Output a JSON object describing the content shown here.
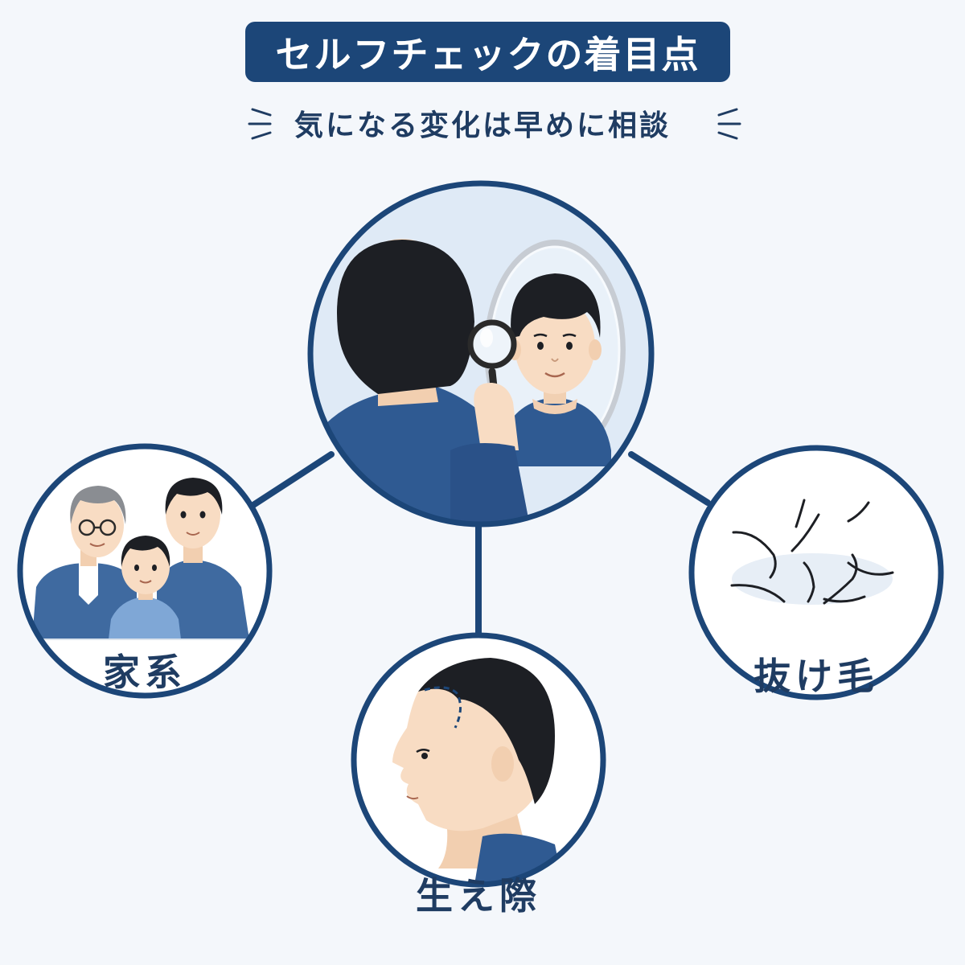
{
  "title": "セルフチェックの着目点",
  "subtitle": "気になる変化は早めに相談",
  "nodes": {
    "center": {
      "label": ""
    },
    "family": {
      "label": "家系"
    },
    "hairline": {
      "label": "生え際"
    },
    "hair_loss": {
      "label": "抜け毛"
    }
  },
  "colors": {
    "navy": "#1c4678",
    "text": "#1f3c62",
    "sweater": "#3f6aa0",
    "hair": "#1d1f24",
    "skin": "#f8dcc3",
    "background": "#f4f7fb"
  },
  "icons": [
    "magnifier-icon",
    "mirror-icon",
    "hair-strand-icon"
  ]
}
